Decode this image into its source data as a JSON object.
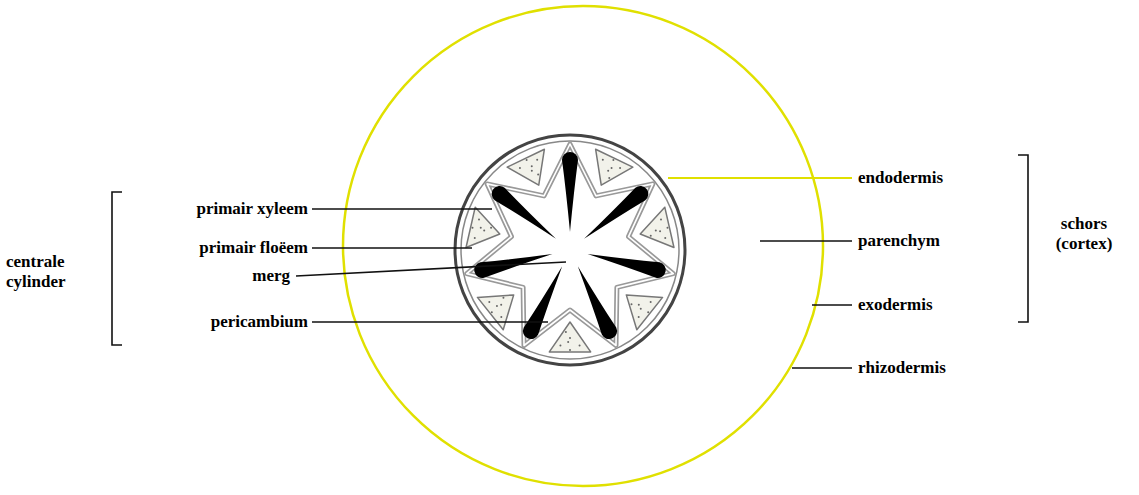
{
  "diagram": {
    "labels": [
      "centrale cylinder",
      "primair xyleem",
      "primair floëem",
      "merg",
      "pericambium",
      "endodermis",
      "schors (cortex)",
      "parenchym",
      "exodermis",
      "rhizodermis"
    ]
  }
}
